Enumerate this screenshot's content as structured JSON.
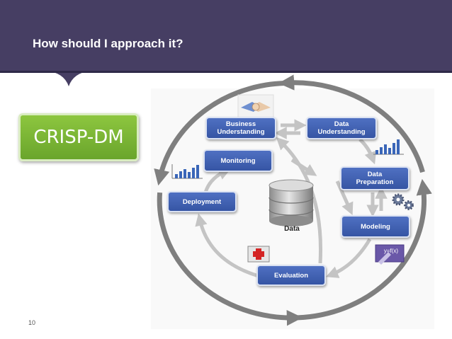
{
  "slide": {
    "title": "How should I approach it?",
    "page_number": "10",
    "badge": "CRISP-DM"
  },
  "diagram": {
    "phases": {
      "business_understanding": "Business\nUnderstanding",
      "data_understanding": "Data\nUnderstanding",
      "data_preparation": "Data\nPreparation",
      "modeling": "Modeling",
      "evaluation": "Evaluation",
      "deployment": "Deployment",
      "monitoring": "Monitoring"
    },
    "center_label": "Data",
    "formula_text": "y=f(x)"
  },
  "colors": {
    "header": "#463e63",
    "header_accent": "#2e2948",
    "badge": "#7cb83a",
    "phase_box": "#4263b5",
    "cycle_arrow": "#7f7f7f",
    "inner_arrow": "#c8c8c8",
    "chart_bar": "#3a66b8"
  },
  "icons": [
    "handshake-icon",
    "bar-chart-icon",
    "gears-icon",
    "formula-icon",
    "first-aid-icon",
    "database-icon"
  ]
}
